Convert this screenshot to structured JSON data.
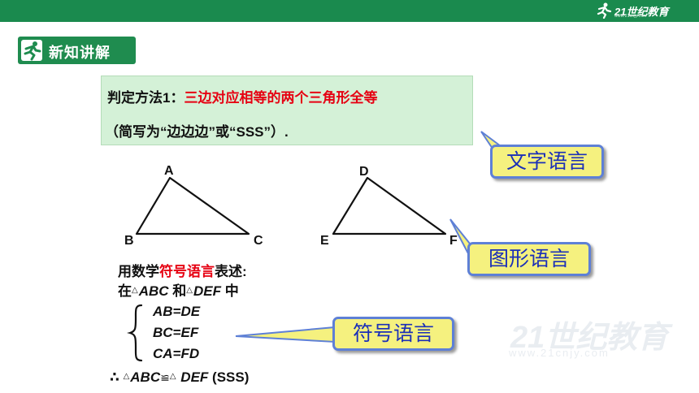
{
  "header": {
    "brand_name": "21世纪教育",
    "brand_url": "www.21cnjy.com",
    "bar_color": "#1a8a4e"
  },
  "section": {
    "label": "新知讲解",
    "icon": "runner-icon"
  },
  "definition": {
    "prefix": "判定方法1：",
    "theorem": "三边对应相等的两个三角形全等",
    "abbr": "（简写为“边边边”或“SSS”）."
  },
  "callouts": {
    "text_language": "文字语言",
    "graphic_language": "图形语言",
    "symbol_language": "符号语言"
  },
  "figures": {
    "tri1": {
      "A": "A",
      "B": "B",
      "C": "C"
    },
    "tri2": {
      "D": "D",
      "E": "E",
      "F": "F"
    }
  },
  "symbolic": {
    "intro_prefix": "用数学",
    "intro_highlight": "符号语言",
    "intro_suffix": "表述:",
    "in_word": "在",
    "tri_symbol": "△",
    "abc": "ABC",
    "and_word": "和",
    "def": "DEF",
    "zhong": "中",
    "eq1": "AB=DE",
    "eq2": "BC=EF",
    "eq3": "CA=FD",
    "therefore": "∴",
    "congruent": "≌",
    "sss": "(SSS)"
  },
  "watermark": {
    "text": "21世纪教育",
    "sub": "www.21cnjy.com"
  },
  "colors": {
    "accent_red": "#e60012",
    "def_bg": "#d4f1d7",
    "bubble_fill": "#f5f17f",
    "bubble_text": "#1b2fb8",
    "bubble_border": "#5e80d6"
  }
}
